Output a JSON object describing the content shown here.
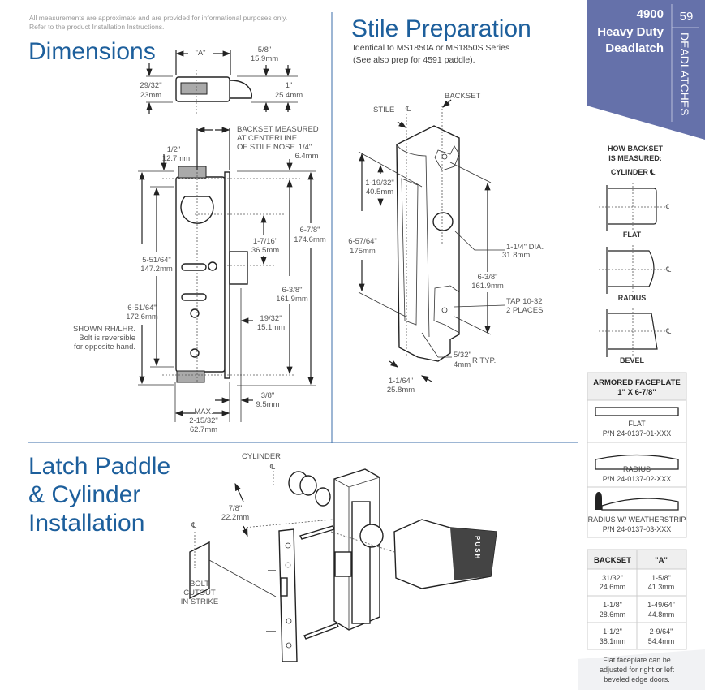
{
  "notice": [
    "All measurements are approximate and are provided for informational purposes only.",
    "Refer to the product Installation Instructions."
  ],
  "dimensions": {
    "title": "Dimensions",
    "a_label": "\"A\"",
    "d58": [
      "5/8\"",
      "15.9mm"
    ],
    "d2932": [
      "29/32\"",
      "23mm"
    ],
    "d1": [
      "1\"",
      "25.4mm"
    ],
    "backset_note": [
      "BACKSET MEASURED",
      "AT CENTERLINE",
      "OF STILE NOSE"
    ],
    "d12": [
      "1/2\"",
      "12.7mm"
    ],
    "d14": [
      "1/4\"",
      "6.4mm"
    ],
    "d1716": [
      "1-7/16\"",
      "36.5mm"
    ],
    "d678": [
      "6-7/8\"",
      "174.6mm"
    ],
    "d55164": [
      "5-51/64\"",
      "147.2mm"
    ],
    "d638": [
      "6-3/8\"",
      "161.9mm"
    ],
    "d65164": [
      "6-51/64\"",
      "172.6mm"
    ],
    "shown_note": [
      "SHOWN RH/LHR.",
      "Bolt is reversible",
      "for opposite hand."
    ],
    "d1932": [
      "19/32\"",
      "15.1mm"
    ],
    "d38": [
      "3/8\"",
      "9.5mm"
    ],
    "dmax": [
      "MAX.",
      "2-15/32\"",
      "62.7mm"
    ]
  },
  "stile": {
    "title": "Stile Preparation",
    "subtitle": [
      "Identical to MS1850A or MS1850S Series",
      "(See also prep for 4591 paddle)."
    ],
    "stile_label": "STILE",
    "centerline": "℄",
    "backset_label": "BACKSET",
    "d11932": [
      "1-19/32\"",
      "40.5mm"
    ],
    "d65764": [
      "6-57/64\"",
      "175mm"
    ],
    "d114": [
      "1-1/4\" DIA.",
      "31.8mm"
    ],
    "d638": [
      "6-3/8\"",
      "161.9mm"
    ],
    "tap": [
      "TAP 10-32",
      "2 PLACES"
    ],
    "d532": [
      "5/32\"",
      "4mm",
      "R TYP."
    ],
    "d1164": [
      "1-1/64\"",
      "25.8mm"
    ]
  },
  "latch": {
    "title": [
      "Latch Paddle",
      "& Cylinder",
      "Installation"
    ],
    "cylinder_label": "CYLINDER",
    "centerline": "℄",
    "d78": [
      "7/8\"",
      "22.2mm"
    ],
    "bolt_cutout": [
      "BOLT",
      "CUTOUT",
      "IN STRIKE"
    ],
    "push": "PUSH"
  },
  "sidebar": {
    "banner_color": "#6571aa",
    "model": "4900",
    "name": [
      "Heavy Duty",
      "Deadlatch"
    ],
    "page_number": "59",
    "section": "DEADLATCHES",
    "how_backset": [
      "HOW BACKSET",
      "IS MEASURED:"
    ],
    "cylinder_cl": "CYLINDER ℄",
    "types": [
      "FLAT",
      "RADIUS",
      "BEVEL"
    ],
    "faceplate": {
      "header": [
        "ARMORED FACEPLATE",
        "1\" X 6-7/8\""
      ],
      "rows": [
        {
          "name": "FLAT",
          "pn": "P/N 24-0137-01-XXX"
        },
        {
          "name": "RADIUS",
          "pn": "P/N 24-0137-02-XXX"
        },
        {
          "name": "RADIUS W/ WEATHERSTRIP",
          "pn": "P/N 24-0137-03-XXX"
        }
      ]
    },
    "backset_table": {
      "headers": [
        "BACKSET",
        "\"A\""
      ],
      "rows": [
        [
          [
            "31/32\"",
            "24.6mm"
          ],
          [
            "1-5/8\"",
            "41.3mm"
          ]
        ],
        [
          [
            "1-1/8\"",
            "28.6mm"
          ],
          [
            "1-49/64\"",
            "44.8mm"
          ]
        ],
        [
          [
            "1-1/2\"",
            "38.1mm"
          ],
          [
            "2-9/64\"",
            "54.4mm"
          ]
        ]
      ]
    },
    "footnote": [
      "Flat faceplate can be",
      "adjusted for right or left",
      "beveled edge doors."
    ]
  }
}
